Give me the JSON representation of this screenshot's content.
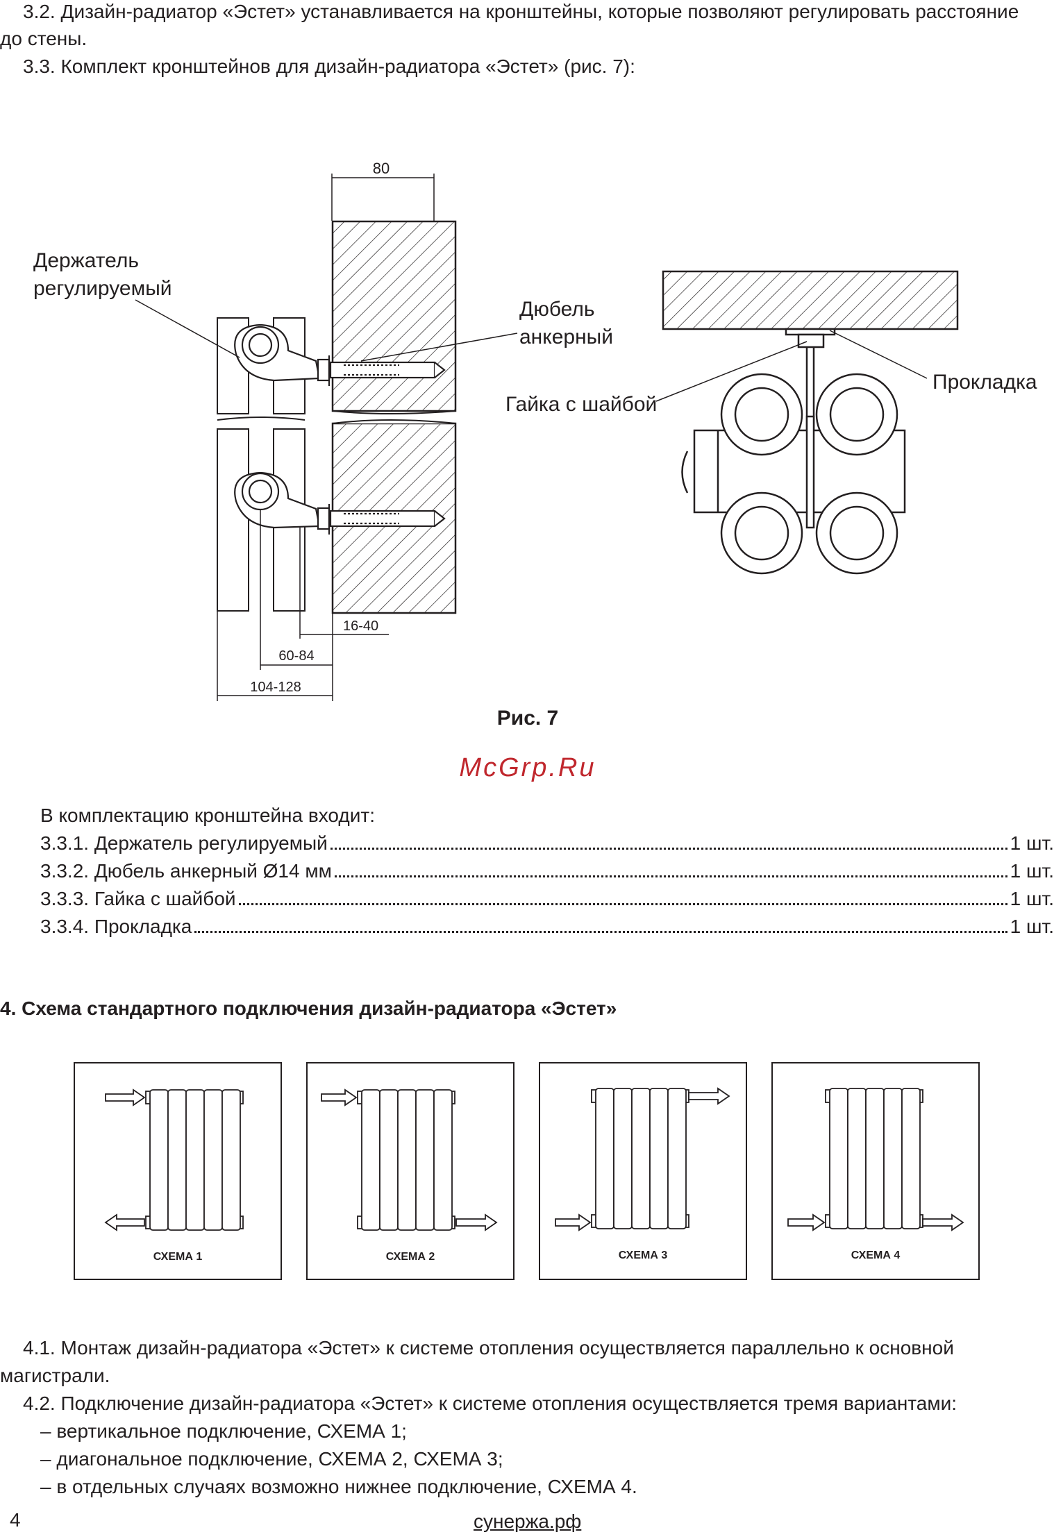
{
  "para_3_2_a": "3.2. Дизайн-радиатор «Эстет» устанавливается на кронштейны, которые позволяют регулировать расстояние",
  "para_3_2_b": "до стены.",
  "para_3_3": "3.3. Комплект кронштейнов для дизайн-радиатора «Эстет» (рис. 7):",
  "figure": {
    "dim_80": "80",
    "dim_16_40": "16-40",
    "dim_60_84": "60-84",
    "dim_104_128": "104-128",
    "label_holder_1": "Держатель",
    "label_holder_2": "регулируемый",
    "label_dowel_1": "Дюбель",
    "label_dowel_2": "анкерный",
    "label_nut": "Гайка с шайбой",
    "label_gasket": "Прокладка",
    "caption": "Рис. 7"
  },
  "watermark": "McGrp.Ru",
  "kit_intro": "В комплектацию кронштейна входит:",
  "kit_items": [
    {
      "label": "3.3.1. Держатель регулируемый",
      "qty": "1 шт."
    },
    {
      "label": "3.3.2. Дюбель анкерный Ø14 мм",
      "qty": "1 шт."
    },
    {
      "label": "3.3.3. Гайка с шайбой",
      "qty": "1 шт."
    },
    {
      "label": "3.3.4. Прокладка",
      "qty": "1 шт."
    }
  ],
  "section_4_heading": "4. Схема стандартного подключения дизайн-радиатора «Эстет»",
  "schemes": [
    "СХЕМА 1",
    "СХЕМА 2",
    "СХЕМА 3",
    "СХЕМА 4"
  ],
  "para_4_1_a": "4.1. Монтаж дизайн-радиатора «Эстет» к системе отопления осуществляется параллельно к основной",
  "para_4_1_b": "магистрали.",
  "para_4_2": "4.2. Подключение дизайн-радиатора «Эстет» к системе отопления осуществляется тремя вариантами:",
  "list_items": [
    "– вертикальное подключение, СХЕМА 1;",
    "– диагональное подключение, СХЕМА 2, СХЕМА 3;",
    "– в отдельных случаях возможно нижнее подключение, СХЕМА 4."
  ],
  "page_number": "4",
  "site": "сунержа.рф"
}
